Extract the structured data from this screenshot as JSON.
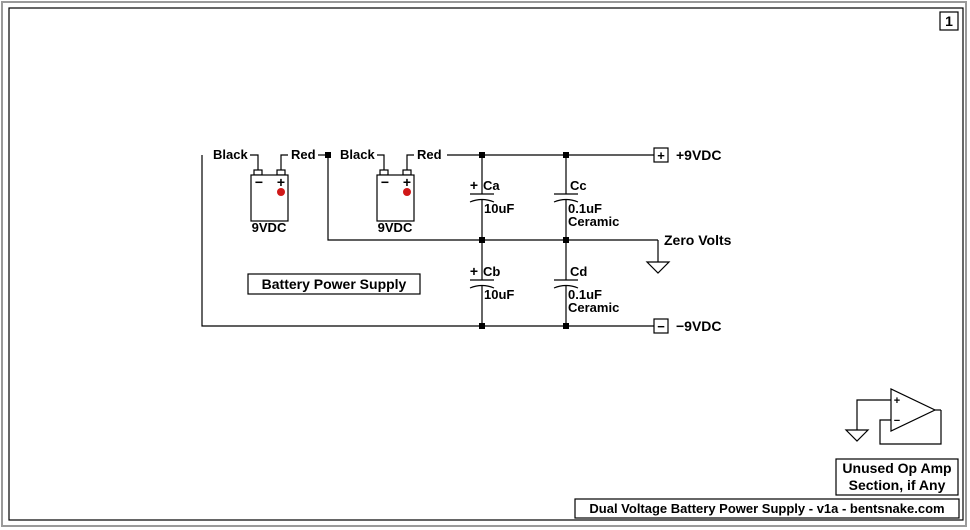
{
  "page_number": "1",
  "battery_1": {
    "wire_left": "Black",
    "wire_right": "Red",
    "minus": "−",
    "plus": "+",
    "label": "9VDC"
  },
  "battery_2": {
    "wire_left": "Black",
    "wire_right": "Red",
    "minus": "−",
    "plus": "+",
    "label": "9VDC"
  },
  "capacitors": {
    "ca": {
      "name": "Ca",
      "value": "10uF",
      "polarity": "+"
    },
    "cb": {
      "name": "Cb",
      "value": "10uF",
      "polarity": "+"
    },
    "cc": {
      "name": "Cc",
      "value": "0.1uF",
      "type": "Ceramic"
    },
    "cd": {
      "name": "Cd",
      "value": "0.1uF",
      "type": "Ceramic"
    }
  },
  "outputs": {
    "positive": {
      "symbol": "+",
      "label": "+9VDC"
    },
    "ground": {
      "label": "Zero Volts"
    },
    "negative": {
      "symbol": "−",
      "label": "−9VDC"
    }
  },
  "section_label": "Battery Power Supply",
  "opamp": {
    "plus": "+",
    "minus": "−"
  },
  "note": {
    "line1": "Unused Op Amp",
    "line2": "Section, if Any"
  },
  "footer_title": "Dual Voltage Battery Power Supply - v1a - bentsnake.com",
  "colors": {
    "line": "#000000",
    "battery_terminal_dot": "#d01818",
    "frame_shadow": "#9a9a9a",
    "background": "#ffffff"
  }
}
